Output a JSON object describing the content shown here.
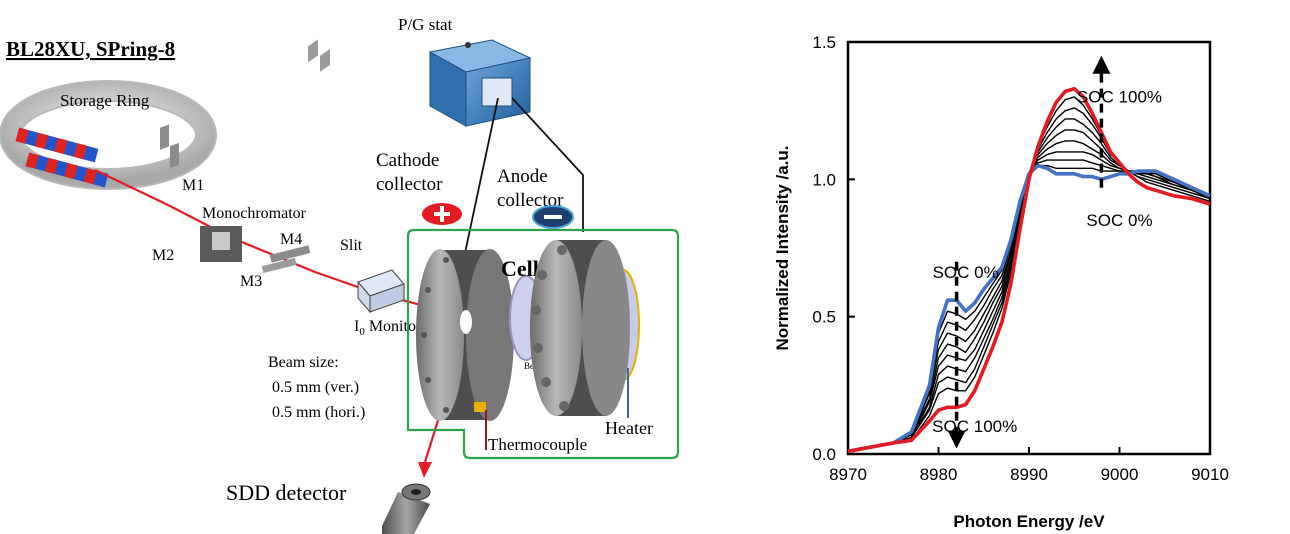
{
  "diagram": {
    "beamline_title": "BL28XU, SPring-8",
    "storage_ring_label": "Storage Ring",
    "m1_label": "M1",
    "m2_label": "M2",
    "monochromator_label": "Monochromator",
    "m3_label": "M3",
    "m4_label": "M4",
    "slit_label": "Slit",
    "i0_monitor_label": "I",
    "i0_subscript": "0",
    "i0_monitor_suffix": " Monitor",
    "beam_size_title": "Beam size:",
    "beam_size_ver": "0.5 mm (ver.)",
    "beam_size_hori": "0.5 mm (hori.)",
    "sdd_detector_label": "SDD detector",
    "pg_stat_label": "P/G stat",
    "cathode_label_line1": "Cathode",
    "cathode_label_line2": "collector",
    "anode_label_line1": "Anode",
    "anode_label_line2": "collector",
    "cell_label": "Cell",
    "be_label": "Be",
    "heater_label": "Heater",
    "thermocouple_label": "Thermocouple",
    "colors": {
      "beam": "#e31b23",
      "enclosure": "#2ca24a",
      "cathode_badge": "#e31b23",
      "anode_badge": "#1f3f6e"
    }
  },
  "chart_data": {
    "type": "line",
    "title": "",
    "xlabel": "Photon Energy /eV",
    "ylabel": "Normalized Intensity /a.u.",
    "xlim": [
      8970,
      9010
    ],
    "ylim": [
      0.0,
      1.5
    ],
    "xticks": [
      "8970",
      "8980",
      "8990",
      "9000",
      "9010"
    ],
    "yticks": [
      "0.0",
      "0.5",
      "1.0",
      "1.5"
    ],
    "grid": false,
    "x": [
      8970,
      8975,
      8977,
      8979,
      8980,
      8981,
      8982,
      8983,
      8984,
      8985,
      8986,
      8987,
      8988,
      8989,
      8990,
      8991,
      8992,
      8993,
      8994,
      8995,
      8996,
      8997,
      8998,
      8999,
      9000,
      9001,
      9002,
      9003,
      9004,
      9006,
      9008,
      9010
    ],
    "series": [
      {
        "name": "SOC 0%",
        "color": "#4472c4",
        "values": [
          0.01,
          0.04,
          0.08,
          0.25,
          0.46,
          0.56,
          0.56,
          0.52,
          0.55,
          0.6,
          0.64,
          0.68,
          0.78,
          0.92,
          1.02,
          1.05,
          1.04,
          1.02,
          1.02,
          1.02,
          1.01,
          1.01,
          1.0,
          1.01,
          1.02,
          1.02,
          1.03,
          1.03,
          1.03,
          1.0,
          0.97,
          0.94
        ]
      },
      {
        "name": "",
        "color": "#000000",
        "values": [
          0.01,
          0.04,
          0.08,
          0.24,
          0.44,
          0.52,
          0.51,
          0.49,
          0.52,
          0.57,
          0.62,
          0.67,
          0.77,
          0.92,
          1.02,
          1.05,
          1.05,
          1.04,
          1.04,
          1.04,
          1.04,
          1.04,
          1.03,
          1.03,
          1.03,
          1.03,
          1.03,
          1.03,
          1.02,
          1.0,
          0.97,
          0.94
        ]
      },
      {
        "name": "",
        "color": "#000000",
        "values": [
          0.01,
          0.04,
          0.07,
          0.23,
          0.41,
          0.48,
          0.47,
          0.45,
          0.49,
          0.54,
          0.6,
          0.65,
          0.76,
          0.91,
          1.02,
          1.06,
          1.07,
          1.07,
          1.07,
          1.07,
          1.07,
          1.06,
          1.05,
          1.04,
          1.03,
          1.03,
          1.03,
          1.02,
          1.02,
          0.99,
          0.97,
          0.94
        ]
      },
      {
        "name": "",
        "color": "#000000",
        "values": [
          0.01,
          0.04,
          0.07,
          0.22,
          0.38,
          0.44,
          0.43,
          0.41,
          0.45,
          0.51,
          0.57,
          0.63,
          0.74,
          0.9,
          1.02,
          1.07,
          1.09,
          1.1,
          1.1,
          1.1,
          1.1,
          1.09,
          1.07,
          1.05,
          1.04,
          1.03,
          1.03,
          1.02,
          1.02,
          0.99,
          0.97,
          0.94
        ]
      },
      {
        "name": "",
        "color": "#000000",
        "values": [
          0.01,
          0.04,
          0.07,
          0.2,
          0.35,
          0.4,
          0.39,
          0.37,
          0.42,
          0.48,
          0.55,
          0.61,
          0.73,
          0.9,
          1.02,
          1.08,
          1.11,
          1.13,
          1.14,
          1.14,
          1.13,
          1.11,
          1.09,
          1.06,
          1.04,
          1.03,
          1.02,
          1.02,
          1.01,
          0.99,
          0.96,
          0.94
        ]
      },
      {
        "name": "",
        "color": "#000000",
        "values": [
          0.01,
          0.04,
          0.06,
          0.19,
          0.32,
          0.36,
          0.35,
          0.34,
          0.38,
          0.45,
          0.52,
          0.59,
          0.71,
          0.89,
          1.02,
          1.09,
          1.13,
          1.16,
          1.18,
          1.18,
          1.17,
          1.14,
          1.11,
          1.07,
          1.05,
          1.03,
          1.02,
          1.02,
          1.01,
          0.98,
          0.96,
          0.93
        ]
      },
      {
        "name": "",
        "color": "#000000",
        "values": [
          0.01,
          0.04,
          0.06,
          0.17,
          0.29,
          0.32,
          0.31,
          0.3,
          0.35,
          0.42,
          0.49,
          0.57,
          0.7,
          0.88,
          1.02,
          1.1,
          1.15,
          1.19,
          1.22,
          1.22,
          1.2,
          1.17,
          1.13,
          1.08,
          1.05,
          1.03,
          1.02,
          1.01,
          1.0,
          0.98,
          0.96,
          0.93
        ]
      },
      {
        "name": "",
        "color": "#000000",
        "values": [
          0.01,
          0.04,
          0.06,
          0.16,
          0.26,
          0.28,
          0.27,
          0.26,
          0.31,
          0.39,
          0.47,
          0.55,
          0.68,
          0.87,
          1.02,
          1.11,
          1.17,
          1.22,
          1.25,
          1.26,
          1.24,
          1.2,
          1.15,
          1.09,
          1.06,
          1.03,
          1.01,
          1.0,
          0.99,
          0.97,
          0.95,
          0.93
        ]
      },
      {
        "name": "",
        "color": "#000000",
        "values": [
          0.01,
          0.04,
          0.05,
          0.14,
          0.22,
          0.24,
          0.23,
          0.23,
          0.28,
          0.36,
          0.44,
          0.53,
          0.66,
          0.86,
          1.02,
          1.12,
          1.19,
          1.25,
          1.29,
          1.3,
          1.27,
          1.22,
          1.16,
          1.1,
          1.06,
          1.03,
          1.01,
          0.99,
          0.98,
          0.96,
          0.94,
          0.92
        ]
      },
      {
        "name": "SOC 100%",
        "color": "#e31b23",
        "values": [
          0.01,
          0.04,
          0.05,
          0.12,
          0.16,
          0.17,
          0.17,
          0.18,
          0.23,
          0.31,
          0.39,
          0.48,
          0.62,
          0.82,
          1.0,
          1.12,
          1.21,
          1.28,
          1.32,
          1.33,
          1.3,
          1.24,
          1.17,
          1.1,
          1.06,
          1.02,
          0.99,
          0.97,
          0.96,
          0.94,
          0.93,
          0.91
        ]
      }
    ],
    "annotations": [
      {
        "text": "SOC 100%",
        "at": [
          9000,
          1.28
        ]
      },
      {
        "text": "SOC 0%",
        "at": [
          9000,
          0.83
        ]
      },
      {
        "text": "SOC 0%",
        "at": [
          8983,
          0.64
        ]
      },
      {
        "text": "SOC 100%",
        "at": [
          8984,
          0.08
        ]
      }
    ],
    "arrows": [
      {
        "direction": "up",
        "x": 8998,
        "from": 0.97,
        "to": 1.45
      },
      {
        "direction": "down",
        "x": 8982,
        "from": 0.7,
        "to": 0.02
      }
    ]
  }
}
